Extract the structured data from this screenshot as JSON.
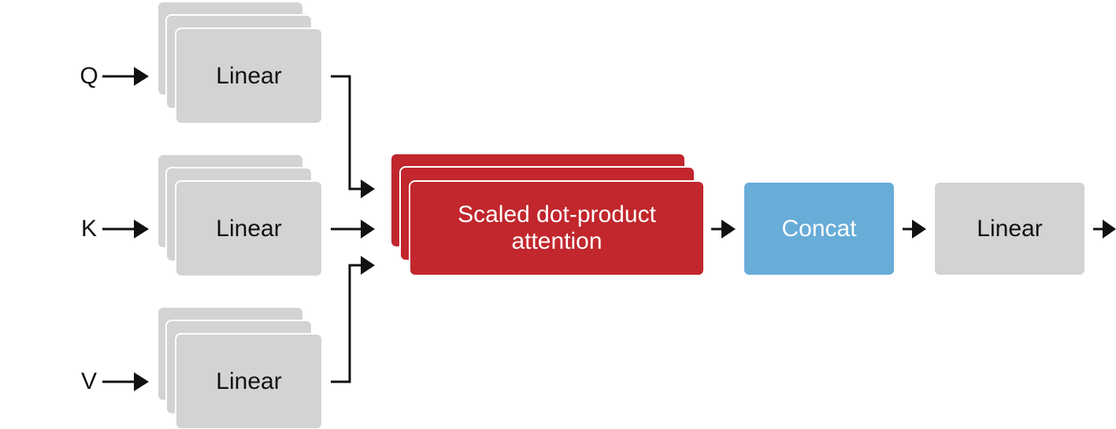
{
  "inputs": {
    "q": "Q",
    "k": "K",
    "v": "V"
  },
  "linear_q": "Linear",
  "linear_k": "Linear",
  "linear_v": "Linear",
  "attention": {
    "line1": "Scaled dot-product",
    "line2": "attention"
  },
  "concat": "Concat",
  "linear_out": "Linear",
  "colors": {
    "linear": "#d3d3d3",
    "attention": "#c1272d",
    "concat": "#68acd8"
  }
}
